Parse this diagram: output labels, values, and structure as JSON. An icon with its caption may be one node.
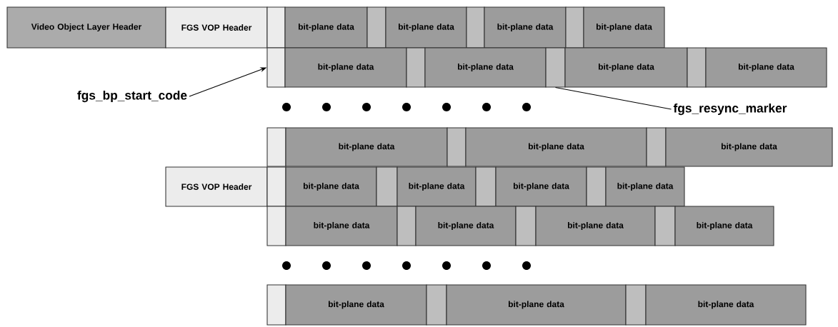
{
  "diagram": {
    "nodes": [
      {
        "text": [
          "Video Object Layer Header"
        ]
      },
      {
        "text": [
          "FGS VOP Header"
        ]
      },
      {
        "text": [],
        "shape": "box"
      },
      {
        "text": [
          "bit-plane data"
        ]
      },
      {
        "text": [],
        "shape": "box"
      },
      {
        "text": [
          "bit-plane data"
        ]
      },
      {
        "text": [],
        "shape": "box"
      },
      {
        "text": [
          "bit-plane data"
        ]
      },
      {
        "text": [],
        "shape": "box"
      },
      {
        "text": [
          "bit-plane data"
        ]
      },
      {
        "text": [],
        "shape": "box"
      },
      {
        "text": [
          "bit-plane data"
        ]
      },
      {
        "text": [],
        "shape": "box"
      },
      {
        "text": [
          "bit-plane data"
        ]
      },
      {
        "text": [],
        "shape": "box"
      },
      {
        "text": [
          "bit-plane data"
        ]
      },
      {
        "text": [],
        "shape": "box"
      },
      {
        "text": [
          "bit-plane data"
        ]
      },
      {
        "text": [
          "fgs_bp_start_code"
        ]
      },
      {
        "text": [
          "fgs_resync_marker"
        ]
      },
      {
        "text": [],
        "shape": "box"
      },
      {
        "text": [
          "bit-plane data"
        ]
      },
      {
        "text": [],
        "shape": "box"
      },
      {
        "text": [
          "bit-plane data"
        ]
      },
      {
        "text": [],
        "shape": "box"
      },
      {
        "text": [
          "bit-plane data"
        ]
      },
      {
        "text": [
          "FGS VOP Header"
        ]
      },
      {
        "text": [],
        "shape": "box"
      },
      {
        "text": [
          "bit-plane data"
        ]
      },
      {
        "text": [],
        "shape": "box"
      },
      {
        "text": [
          "bit-plane data"
        ]
      },
      {
        "text": [],
        "shape": "box"
      },
      {
        "text": [
          "bit-plane data"
        ]
      },
      {
        "text": [],
        "shape": "box"
      },
      {
        "text": [
          "bit-plane data"
        ]
      },
      {
        "text": [],
        "shape": "box"
      },
      {
        "text": [
          "bit-plane data"
        ]
      },
      {
        "text": [],
        "shape": "box"
      },
      {
        "text": [
          "bit-plane data"
        ]
      },
      {
        "text": [],
        "shape": "box"
      },
      {
        "text": [
          "bit-plane data"
        ]
      },
      {
        "text": [],
        "shape": "box"
      },
      {
        "text": [
          "bit-plane data"
        ]
      },
      {
        "text": [],
        "shape": "box"
      },
      {
        "text": [
          "bit-plane data"
        ]
      },
      {
        "text": [],
        "shape": "box"
      },
      {
        "text": [
          "bit-plane data"
        ]
      },
      {
        "text": [],
        "shape": "box"
      },
      {
        "text": [
          "bit-plane data"
        ]
      }
    ],
    "edges": [
      {
        "from": 18,
        "to": 10,
        "arrow": "to"
      },
      {
        "from": 19,
        "to": 14,
        "arrow": "none"
      }
    ]
  }
}
